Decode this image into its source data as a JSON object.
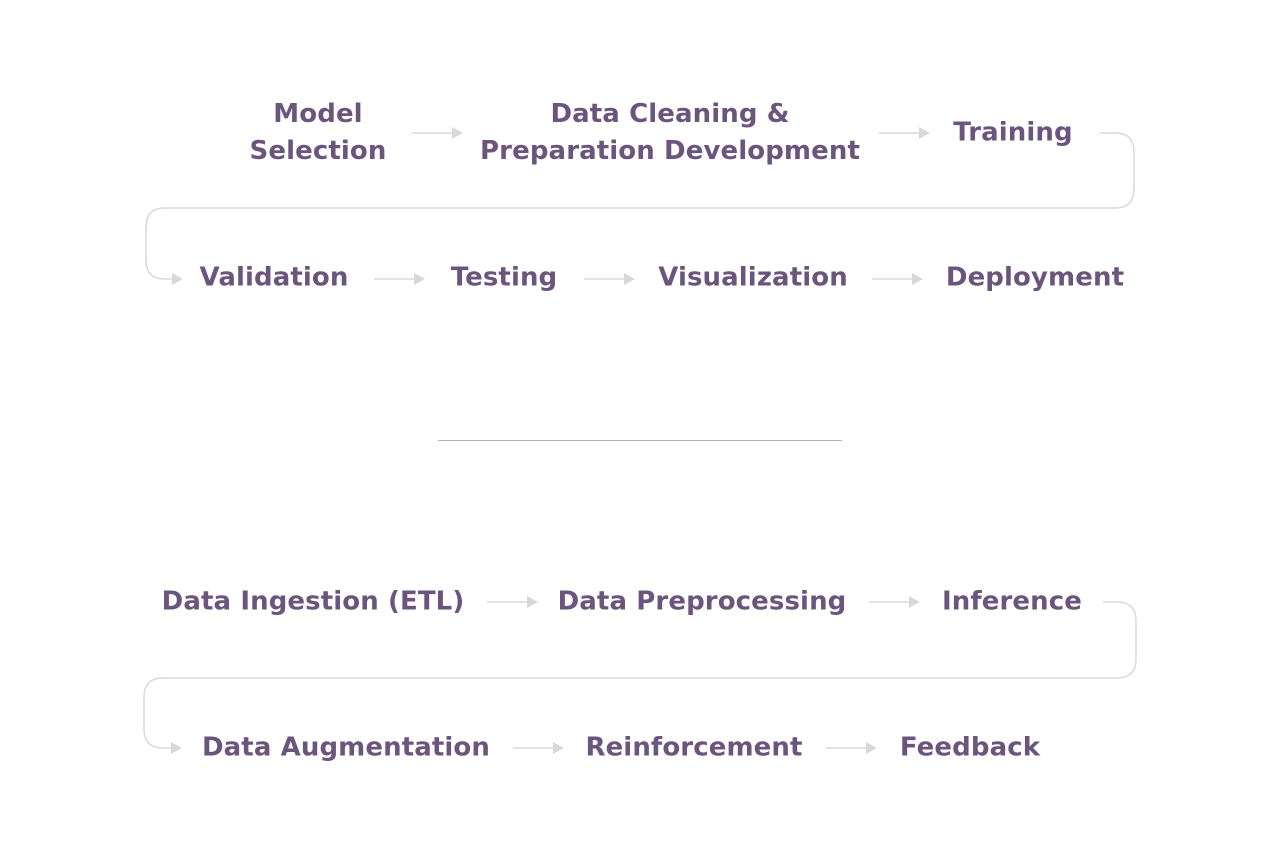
{
  "pipelines": [
    {
      "steps": [
        {
          "lines": [
            "Model",
            "Selection"
          ]
        },
        {
          "lines": [
            "Data Cleaning &",
            "Preparation Development"
          ]
        },
        {
          "lines": [
            "Training"
          ]
        },
        {
          "lines": [
            "Validation"
          ]
        },
        {
          "lines": [
            "Testing"
          ]
        },
        {
          "lines": [
            "Visualization"
          ]
        },
        {
          "lines": [
            "Deployment"
          ]
        }
      ]
    },
    {
      "steps": [
        {
          "lines": [
            "Data Ingestion (ETL)"
          ]
        },
        {
          "lines": [
            "Data Preprocessing"
          ]
        },
        {
          "lines": [
            "Inference"
          ]
        },
        {
          "lines": [
            "Data Augmentation"
          ]
        },
        {
          "lines": [
            "Reinforcement"
          ]
        },
        {
          "lines": [
            "Feedback"
          ]
        }
      ]
    }
  ],
  "colors": {
    "label": "#6c557c",
    "connector": "#d8d8d8",
    "divider": "#b7abc1",
    "background": "#ffffff"
  }
}
